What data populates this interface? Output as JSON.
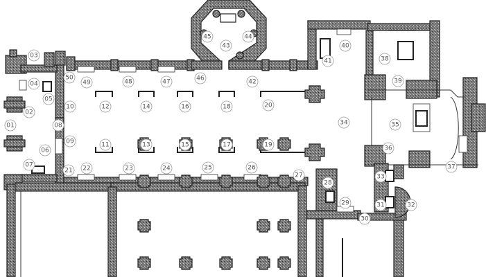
{
  "colors": {
    "wall_fill": "#6f6f6f",
    "background": "#ffffff",
    "line": "#222222",
    "label": "#555555"
  },
  "labels": [
    "01",
    "02",
    "03",
    "04",
    "05",
    "06",
    "07",
    "08",
    "09",
    "10",
    "11",
    "12",
    "13",
    "14",
    "15",
    "16",
    "17",
    "18",
    "19",
    "20",
    "21",
    "22",
    "23",
    "24",
    "25",
    "26",
    "27",
    "28",
    "29",
    "30",
    "31",
    "32",
    "33",
    "34",
    "35",
    "36",
    "37",
    "38",
    "39",
    "40",
    "41",
    "42",
    "43",
    "44",
    "45",
    "46",
    "47",
    "48",
    "49",
    "50"
  ]
}
